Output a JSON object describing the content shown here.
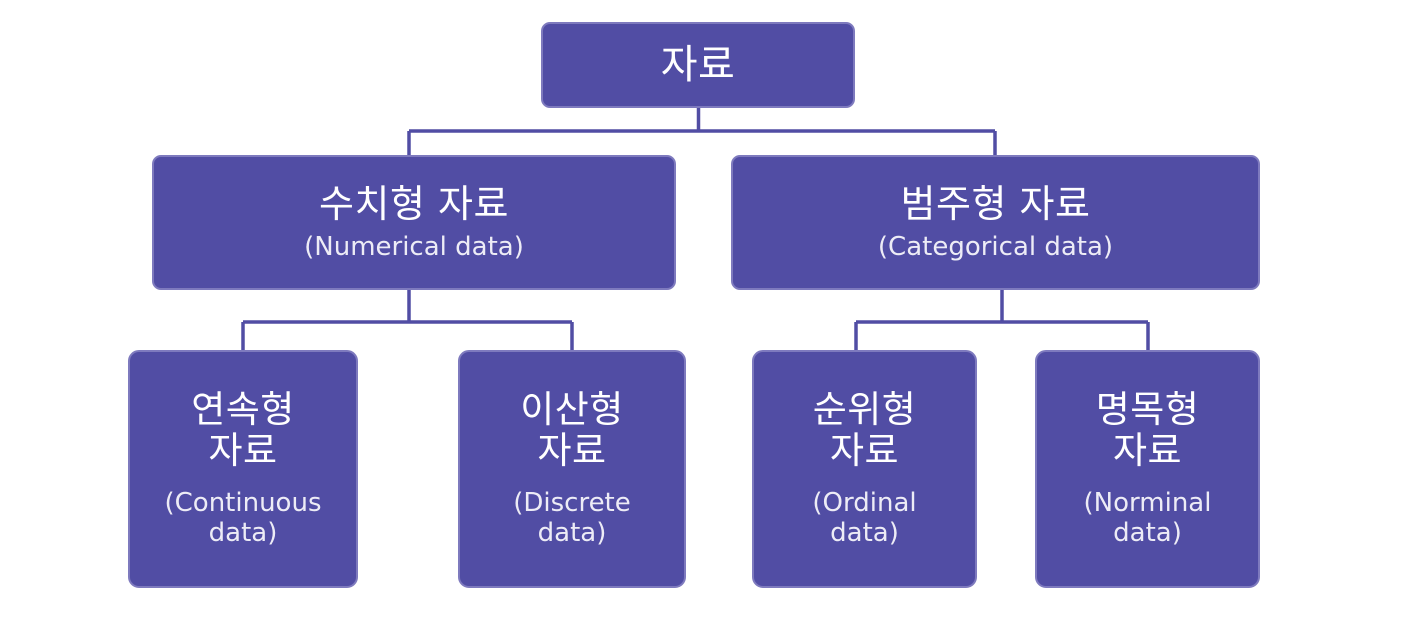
{
  "diagram": {
    "type": "hierarchy-tree",
    "orientation": "top-down",
    "levels": 3,
    "colors": {
      "node_fill": "#514DA4",
      "node_border": "#7E7ABE",
      "connector": "#514DA4",
      "text": "#FFFFFF",
      "subtitle_text": "#EDECF6",
      "background": "#FFFFFF"
    },
    "nodes": {
      "root": {
        "ko": "자료",
        "en": ""
      },
      "numerical": {
        "ko": "수치형 자료",
        "en": "(Numerical data)"
      },
      "categorical": {
        "ko": "범주형 자료",
        "en": "(Categorical data)"
      },
      "continuous": {
        "ko_line1": "연속형",
        "ko_line2": "자료",
        "en_line1": "(Continuous",
        "en_line2": "data)"
      },
      "discrete": {
        "ko_line1": "이산형",
        "ko_line2": "자료",
        "en_line1": "(Discrete",
        "en_line2": "data)"
      },
      "ordinal": {
        "ko_line1": "순위형",
        "ko_line2": "자료",
        "en_line1": "(Ordinal",
        "en_line2": "data)"
      },
      "nominal": {
        "ko_line1": "명목형",
        "ko_line2": "자료",
        "en_line1": "(Norminal",
        "en_line2": "data)"
      }
    }
  }
}
